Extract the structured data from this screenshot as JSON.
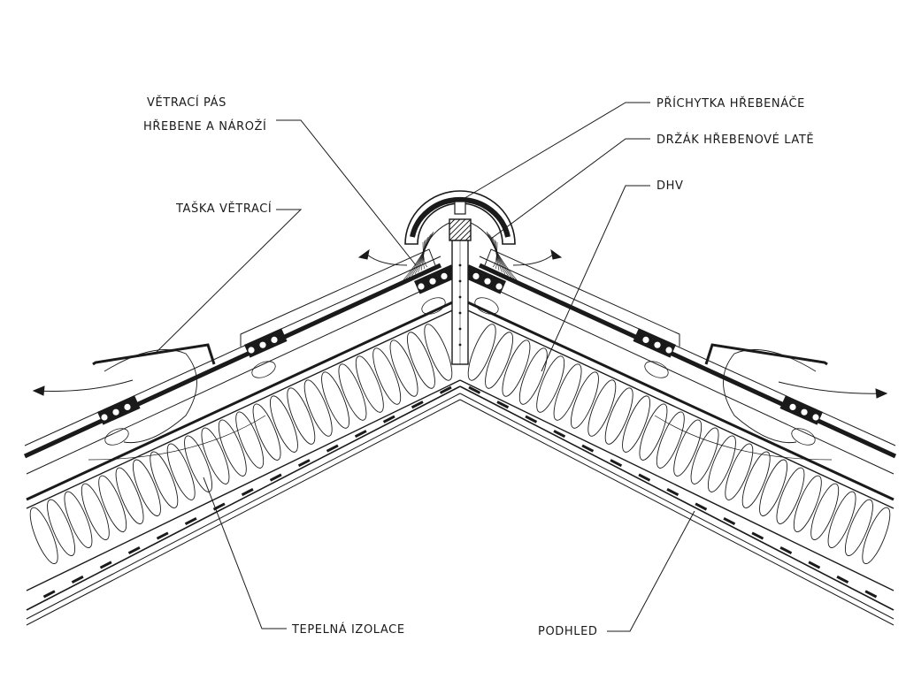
{
  "labels": {
    "ventilation_strip_line1": "VĚTRACÍ PÁS",
    "ventilation_strip_line2": "HŘEBENE A NÁROŽÍ",
    "ventilation_tile": "TAŠKA VĚTRACÍ",
    "ridge_clip": "PŘÍCHYTKA HŘEBENÁČE",
    "ridge_batten_holder": "DRŽÁK HŘEBENOVÉ LATĚ",
    "dhv": "DHV",
    "thermal_insulation": "TEPELNÁ IZOLACE",
    "soffit": "PODHLED"
  },
  "colors": {
    "ink": "#1a1a1a",
    "background": "#ffffff"
  }
}
